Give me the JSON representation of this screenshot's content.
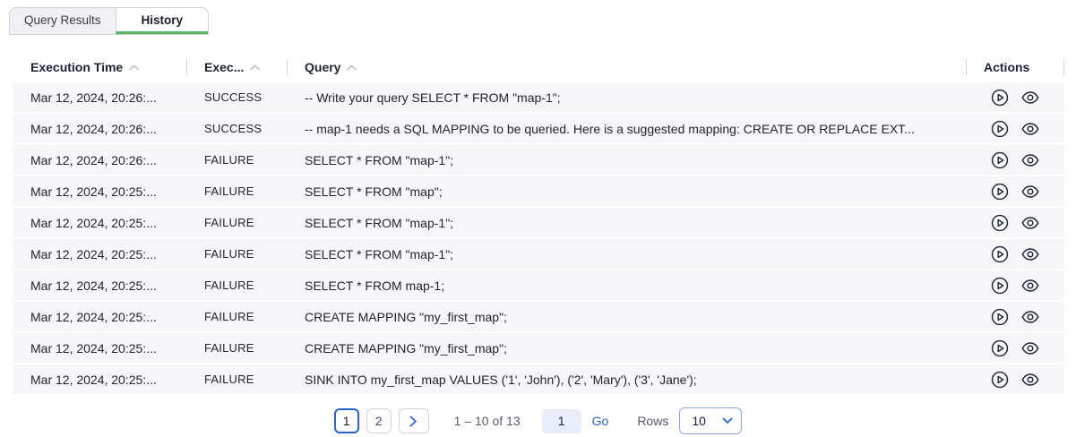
{
  "tabs": [
    {
      "label": "Query Results",
      "active": false
    },
    {
      "label": "History",
      "active": true
    }
  ],
  "table": {
    "columns": [
      {
        "label": "Execution Time",
        "sortable": true
      },
      {
        "label": "Exec...",
        "sortable": true
      },
      {
        "label": "Query",
        "sortable": true
      },
      {
        "label": "Actions",
        "sortable": false
      }
    ],
    "rows": [
      {
        "time": "Mar 12, 2024, 20:26:...",
        "status": "SUCCESS",
        "query": "-- Write your query SELECT * FROM \"map-1\";"
      },
      {
        "time": "Mar 12, 2024, 20:26:...",
        "status": "SUCCESS",
        "query": "-- map-1 needs a SQL MAPPING to be queried. Here is a suggested mapping: CREATE OR REPLACE EXT..."
      },
      {
        "time": "Mar 12, 2024, 20:26:...",
        "status": "FAILURE",
        "query": "SELECT * FROM \"map-1\";"
      },
      {
        "time": "Mar 12, 2024, 20:25:...",
        "status": "FAILURE",
        "query": "SELECT * FROM \"map\";"
      },
      {
        "time": "Mar 12, 2024, 20:25:...",
        "status": "FAILURE",
        "query": "SELECT * FROM \"map-1\";"
      },
      {
        "time": "Mar 12, 2024, 20:25:...",
        "status": "FAILURE",
        "query": "SELECT * FROM \"map-1\";"
      },
      {
        "time": "Mar 12, 2024, 20:25:...",
        "status": "FAILURE",
        "query": "SELECT * FROM map-1;"
      },
      {
        "time": "Mar 12, 2024, 20:25:...",
        "status": "FAILURE",
        "query": "CREATE MAPPING \"my_first_map\";"
      },
      {
        "time": "Mar 12, 2024, 20:25:...",
        "status": "FAILURE",
        "query": "CREATE MAPPING \"my_first_map\";"
      },
      {
        "time": "Mar 12, 2024, 20:25:...",
        "status": "FAILURE",
        "query": "SINK INTO my_first_map VALUES ('1', 'John'), ('2', 'Mary'), ('3', 'Jane');"
      }
    ]
  },
  "pagination": {
    "pages": [
      "1",
      "2"
    ],
    "active_page": "1",
    "range_text": "1 – 10 of 13",
    "page_input_value": "1",
    "go_label": "Go",
    "rows_label": "Rows",
    "rows_per_page": "10"
  },
  "icons": {
    "sort": "chevron-up-icon",
    "run": "play-circle-icon",
    "view": "eye-icon",
    "next": "chevron-right-icon",
    "select": "chevron-down-icon"
  },
  "colors": {
    "accent_blue": "#2a63c8",
    "tab_active_underline": "#57b368",
    "row_background": "#f7f7f9",
    "input_background": "#e9eefa"
  }
}
